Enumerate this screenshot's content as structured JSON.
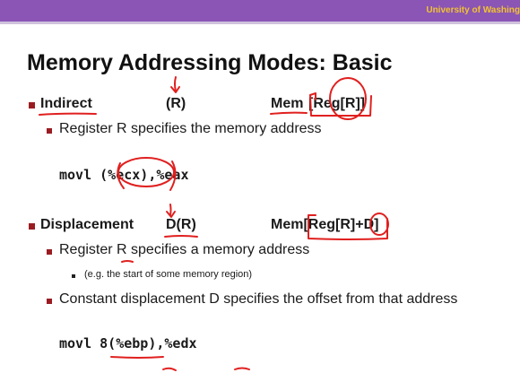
{
  "header": {
    "institution": "University of Washing"
  },
  "slide": {
    "title": "Memory Addressing Modes: Basic",
    "indirect": {
      "label": "Indirect",
      "syntax": "(R)",
      "mem_prefix": "Mem",
      "mem_bracket": "[Reg[R]]",
      "bullets": [
        "Register R specifies the memory address"
      ],
      "code": "movl (%ecx),%eax"
    },
    "displacement": {
      "label": "Displacement",
      "syntax": "D(R)",
      "mem_expr": "Mem[Reg[R]+D]",
      "bullets": [
        "Register R specifies a memory address",
        "Constant displacement D specifies the offset from that address"
      ],
      "sub_bullets": [
        "(e.g. the start of some memory region)"
      ],
      "code": "movl 8(%ebp),%edx"
    }
  },
  "annotation_color": "#e0201f",
  "accent_color": "#8a55b5",
  "bullet_color": "#9a1c22"
}
